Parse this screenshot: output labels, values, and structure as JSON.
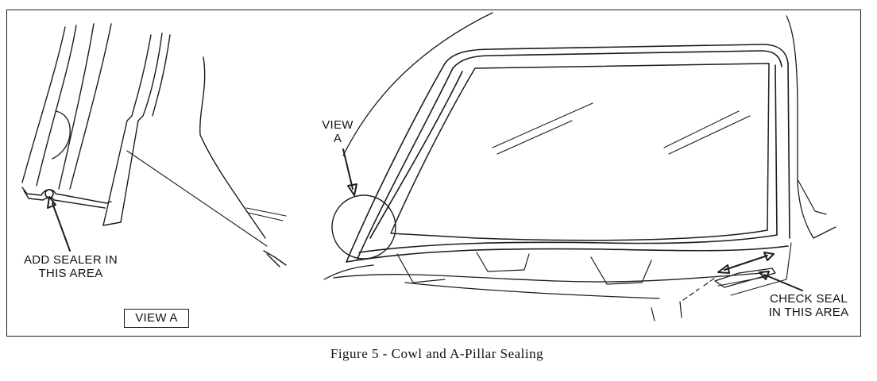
{
  "figure": {
    "caption": "Figure 5 - Cowl and A-Pillar Sealing"
  },
  "labels": {
    "add_sealer_line1": "ADD SEALER IN",
    "add_sealer_line2": "THIS AREA",
    "view_a_callout_line1": "VIEW",
    "view_a_callout_line2": "A",
    "check_seal_line1": "CHECK SEAL",
    "check_seal_line2": "IN THIS AREA",
    "view_a_box": "VIEW A"
  },
  "colors": {
    "line": "#1c1c1c",
    "background": "#ffffff"
  }
}
